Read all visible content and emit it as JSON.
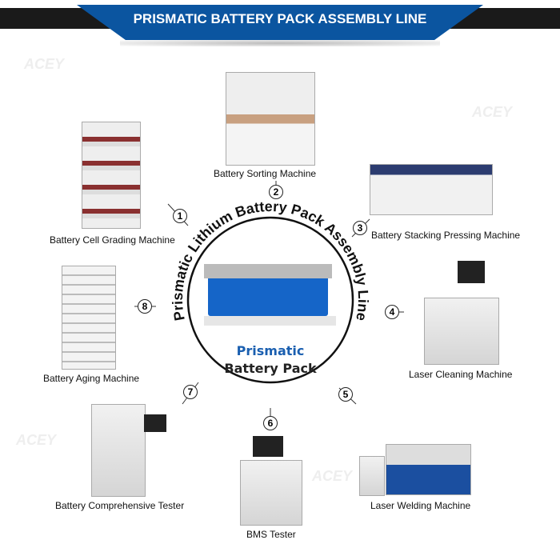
{
  "header": {
    "title": "PRISMATIC BATTERY PACK ASSEMBLY LINE"
  },
  "center": {
    "arc_text": "Prismatic Lithium Battery Pack Assembly Line",
    "line1": "Prismatic",
    "line2": "Battery Pack"
  },
  "watermark": "ACEY",
  "steps": [
    {
      "n": "1",
      "label": "Battery Cell Grading Machine"
    },
    {
      "n": "2",
      "label": "Battery Sorting Machine"
    },
    {
      "n": "3",
      "label": "Battery Stacking Pressing Machine"
    },
    {
      "n": "4",
      "label": "Laser Cleaning Machine"
    },
    {
      "n": "5",
      "label": "Laser Welding Machine"
    },
    {
      "n": "6",
      "label": "BMS Tester"
    },
    {
      "n": "7",
      "label": "Battery Comprehensive Tester"
    },
    {
      "n": "8",
      "label": "Battery Aging Machine"
    }
  ],
  "colors": {
    "brand": "#0b55a0",
    "band": "#1a1a1a"
  }
}
